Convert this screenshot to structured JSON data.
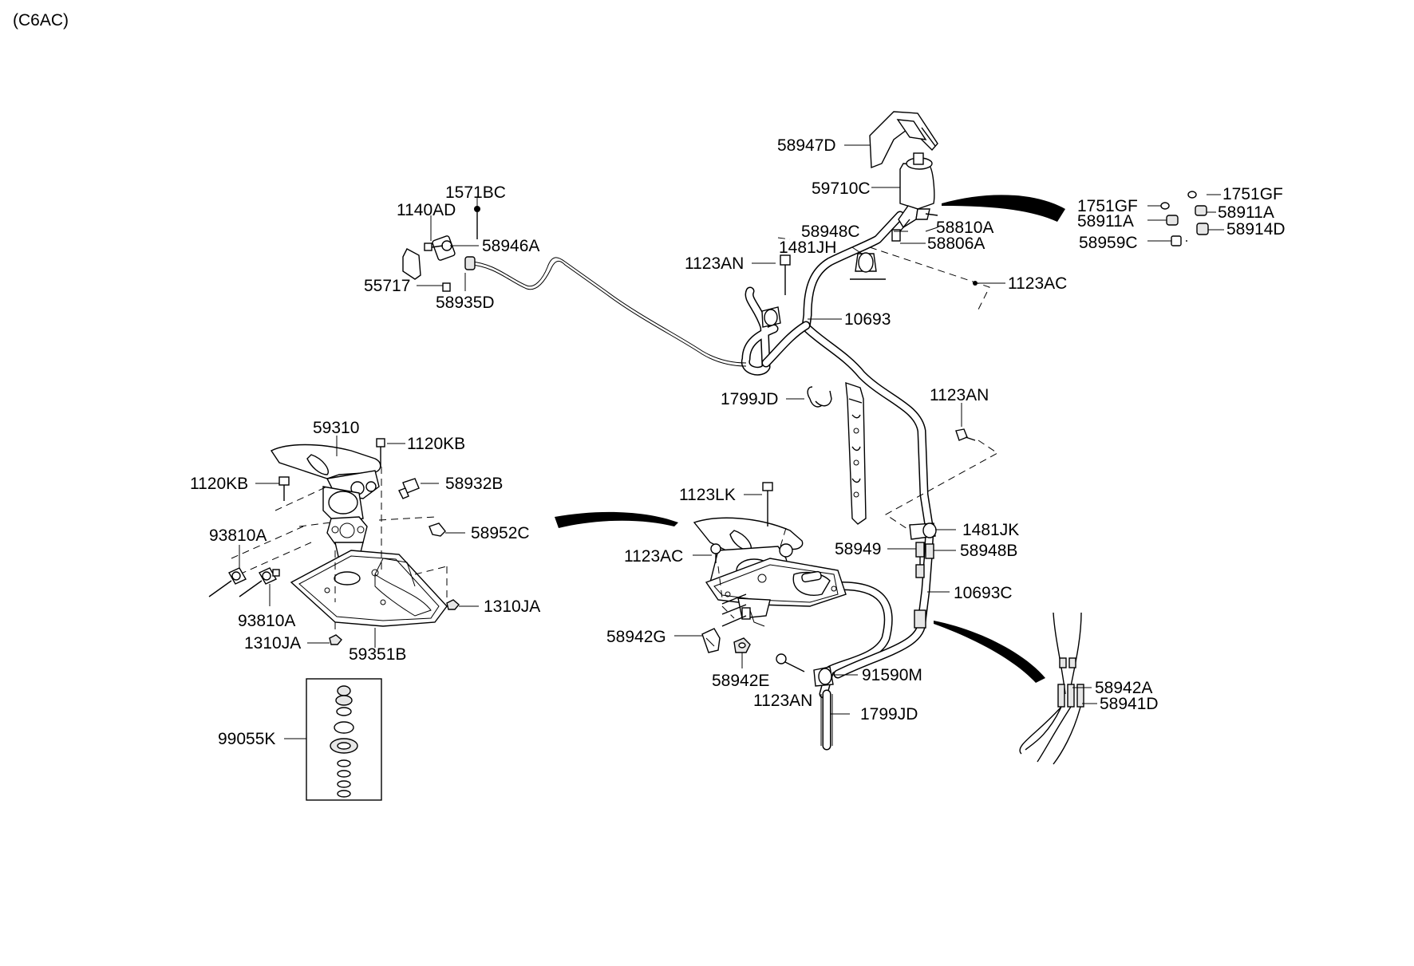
{
  "header": {
    "code": "(C6AC)"
  },
  "parts": {
    "p58947D": "58947D",
    "p59710C": "59710C",
    "p1751GF_l": "1751GF",
    "p1751GF_r": "1751GF",
    "p58911A_l": "58911A",
    "p58911A_r": "58911A",
    "p58914D": "58914D",
    "p58959C": "58959C",
    "p58948C": "58948C",
    "p58810A": "58810A",
    "p1481JH": "1481JH",
    "p58806A": "58806A",
    "p1123AN_a": "1123AN",
    "p1123AC_a": "1123AC",
    "p10693": "10693",
    "p1571BC": "1571BC",
    "p1140AD": "1140AD",
    "p58946A": "58946A",
    "p55717": "55717",
    "p58935D": "58935D",
    "p1799JD_a": "1799JD",
    "p1123AN_b": "1123AN",
    "p59310": "59310",
    "p1120KB_a": "1120KB",
    "p1120KB_b": "1120KB",
    "p58932B": "58932B",
    "p93810A_a": "93810A",
    "p58952C": "58952C",
    "p93810A_b": "93810A",
    "p1310JA_a": "1310JA",
    "p1310JA_b": "1310JA",
    "p59351B": "59351B",
    "p99055K": "99055K",
    "p1123LK": "1123LK",
    "p1481JK": "1481JK",
    "p58949": "58949",
    "p58948B": "58948B",
    "p1123AC_b": "1123AC",
    "p10693C": "10693C",
    "p58942G": "58942G",
    "p58942E": "58942E",
    "p91590M": "91590M",
    "p1123AN_c": "1123AN",
    "p1799JD_b": "1799JD",
    "p58942A": "58942A",
    "p58941D": "58941D"
  }
}
